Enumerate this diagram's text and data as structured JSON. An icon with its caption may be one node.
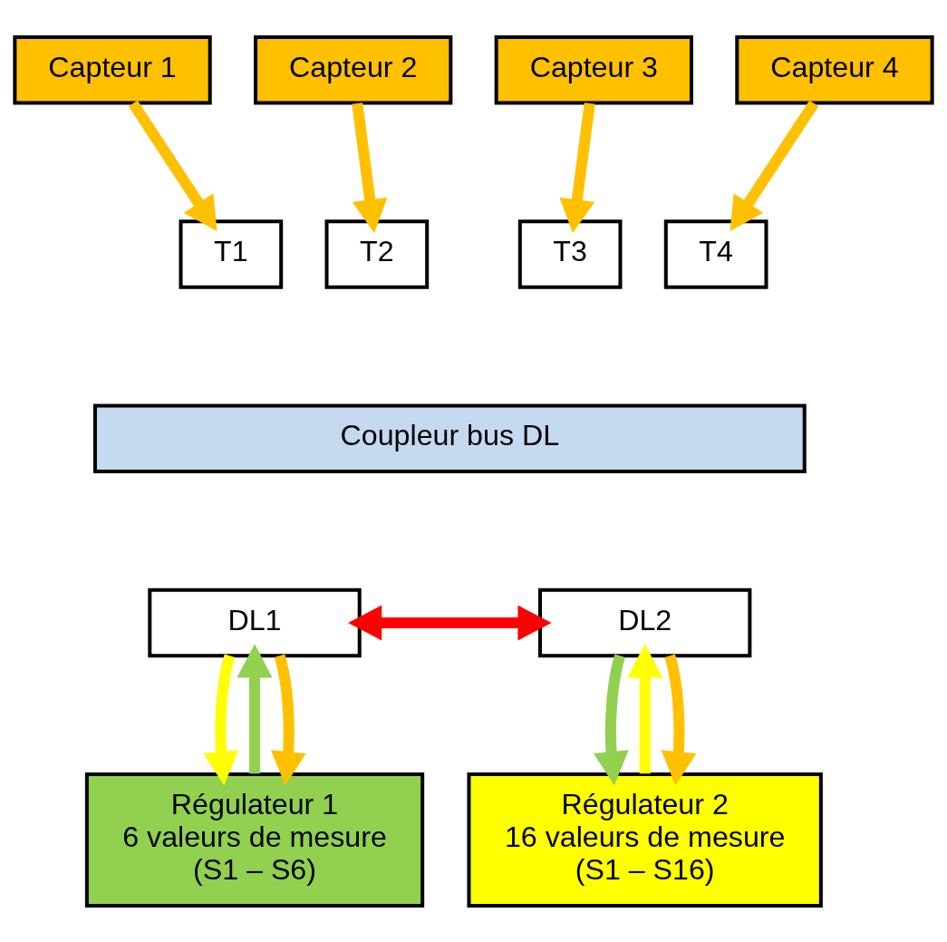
{
  "diagram": {
    "nodes": [
      {
        "text": [
          "Capteur 1"
        ]
      },
      {
        "text": [
          "Capteur 2"
        ]
      },
      {
        "text": [
          "Capteur 3"
        ]
      },
      {
        "text": [
          "Capteur 4"
        ]
      },
      {
        "text": [
          "T1"
        ]
      },
      {
        "text": [
          "T2"
        ]
      },
      {
        "text": [
          "T3"
        ]
      },
      {
        "text": [
          "T4"
        ]
      },
      {
        "text": [
          "Coupleur bus DL"
        ]
      },
      {
        "text": [
          "DL1"
        ]
      },
      {
        "text": [
          "DL2"
        ]
      },
      {
        "text": [
          "Régulateur 1",
          "6 valeurs de mesure",
          "(S1 – S6)"
        ]
      },
      {
        "text": [
          "Régulateur 2",
          "16 valeurs de mesure",
          "(S1 – S16)"
        ]
      }
    ],
    "edges": [
      {
        "from": 0,
        "to": 4,
        "arrow": "to"
      },
      {
        "from": 1,
        "to": 5,
        "arrow": "to"
      },
      {
        "from": 2,
        "to": 6,
        "arrow": "to"
      },
      {
        "from": 3,
        "to": 7,
        "arrow": "to"
      },
      {
        "from": 11,
        "to": 9,
        "arrow": "to",
        "color": "#92d050"
      },
      {
        "from": 9,
        "to": 11,
        "arrow": "to",
        "color": "#ffff00"
      },
      {
        "from": 9,
        "to": 11,
        "arrow": "to"
      },
      {
        "from": 9,
        "to": 10,
        "arrow": "both",
        "color": "#ff0000"
      },
      {
        "from": 12,
        "to": 10,
        "arrow": "to",
        "color": "#ffff00"
      },
      {
        "from": 10,
        "to": 12,
        "arrow": "to",
        "color": "#92d050"
      },
      {
        "from": 10,
        "to": 12,
        "arrow": "to"
      }
    ]
  }
}
